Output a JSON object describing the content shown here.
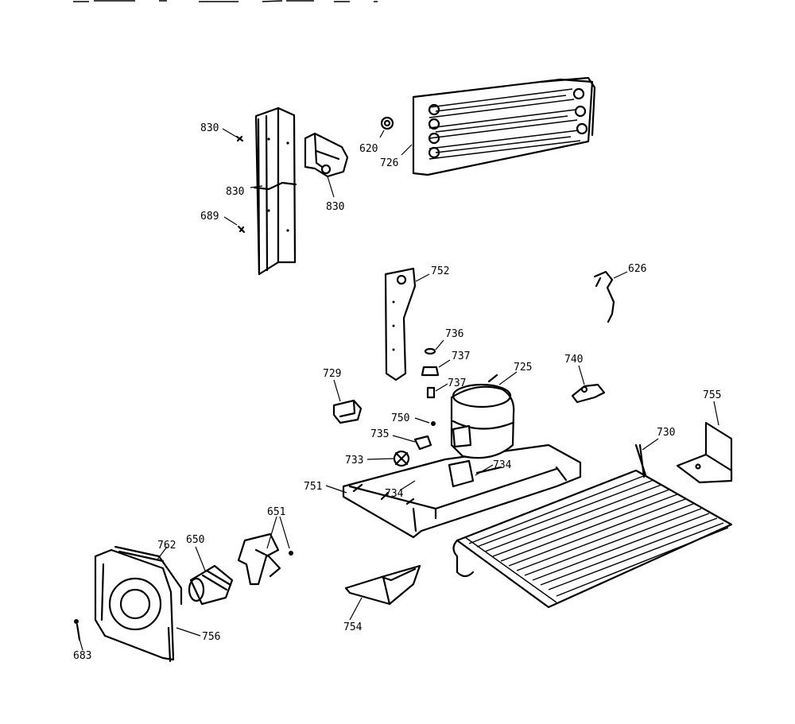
{
  "header": {
    "text": ""
  },
  "callouts": [
    {
      "id": "c830a",
      "label": "830"
    },
    {
      "id": "c830b",
      "label": "830"
    },
    {
      "id": "c830c",
      "label": "830"
    },
    {
      "id": "c689",
      "label": "689"
    },
    {
      "id": "c620",
      "label": "620"
    },
    {
      "id": "c726",
      "label": "726"
    },
    {
      "id": "c752",
      "label": "752"
    },
    {
      "id": "c626",
      "label": "626"
    },
    {
      "id": "c736",
      "label": "736"
    },
    {
      "id": "c737a",
      "label": "737"
    },
    {
      "id": "c737b",
      "label": "737"
    },
    {
      "id": "c729",
      "label": "729"
    },
    {
      "id": "c725",
      "label": "725"
    },
    {
      "id": "c740",
      "label": "740"
    },
    {
      "id": "c750",
      "label": "750"
    },
    {
      "id": "c735",
      "label": "735"
    },
    {
      "id": "c755",
      "label": "755"
    },
    {
      "id": "c730",
      "label": "730"
    },
    {
      "id": "c733",
      "label": "733"
    },
    {
      "id": "c734a",
      "label": "734"
    },
    {
      "id": "c751",
      "label": "751"
    },
    {
      "id": "c734b",
      "label": "734"
    },
    {
      "id": "c651",
      "label": "651"
    },
    {
      "id": "c762",
      "label": "762"
    },
    {
      "id": "c650",
      "label": "650"
    },
    {
      "id": "c756",
      "label": "756"
    },
    {
      "id": "c754",
      "label": "754"
    },
    {
      "id": "c683",
      "label": "683"
    }
  ]
}
